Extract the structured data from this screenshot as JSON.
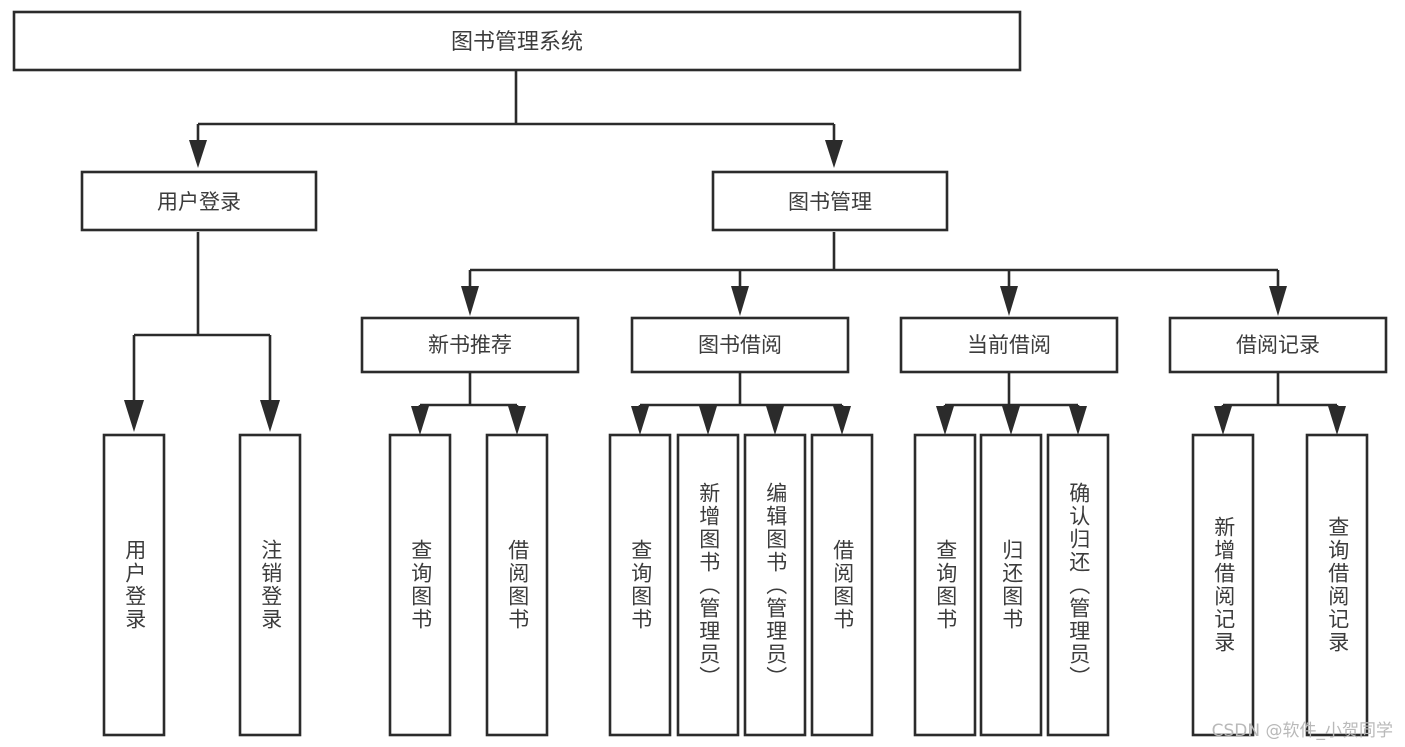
{
  "diagram": {
    "type": "tree-hierarchy",
    "title": "图书管理系统",
    "watermark": "CSDN @软件_小贺同学",
    "colors": {
      "background": "#ffffff",
      "stroke": "#2b2b2b",
      "text": "#3c3c3c",
      "watermark": "#b9b9b9"
    },
    "nodes": {
      "root": {
        "label": "图书管理系统"
      },
      "level1": [
        {
          "label": "用户登录"
        },
        {
          "label": "图书管理"
        }
      ],
      "level2": [
        {
          "label": "新书推荐"
        },
        {
          "label": "图书借阅"
        },
        {
          "label": "当前借阅"
        },
        {
          "label": "借阅记录"
        }
      ],
      "leaves": {
        "user_login": [
          {
            "label": "用户登录"
          },
          {
            "label": "注销登录"
          }
        ],
        "new_book_recommend": [
          {
            "label": "查询图书"
          },
          {
            "label": "借阅图书"
          }
        ],
        "book_borrow": [
          {
            "label": "查询图书"
          },
          {
            "label": "新增图书（管理员）"
          },
          {
            "label": "编辑图书（管理员）"
          },
          {
            "label": "借阅图书"
          }
        ],
        "current_borrow": [
          {
            "label": "查询图书"
          },
          {
            "label": "归还图书"
          },
          {
            "label": "确认归还（管理员）"
          }
        ],
        "borrow_record": [
          {
            "label": "新增借阅记录"
          },
          {
            "label": "查询借阅记录"
          }
        ]
      }
    }
  }
}
